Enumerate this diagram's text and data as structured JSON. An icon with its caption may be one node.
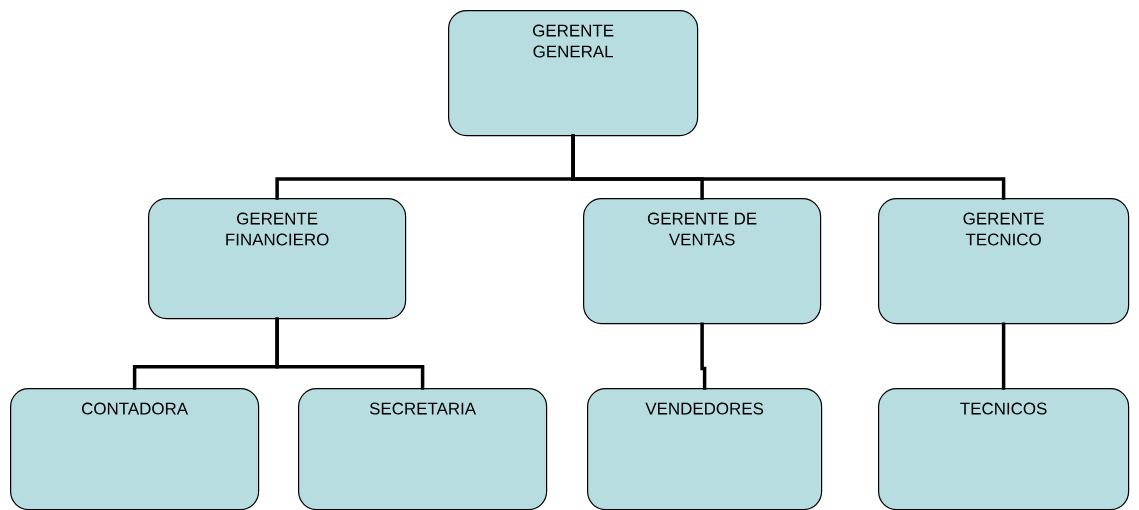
{
  "diagram": {
    "nodes": [
      {
        "text": [
          "GERENTE GENERAL"
        ]
      },
      {
        "text": [
          "GERENTE FINANCIERO"
        ]
      },
      {
        "text": [
          "GERENTE DE VENTAS"
        ]
      },
      {
        "text": [
          "GERENTE TECNICO"
        ]
      },
      {
        "text": [
          "CONTADORA"
        ]
      },
      {
        "text": [
          "SECRETARIA"
        ]
      },
      {
        "text": [
          "VENDEDORES"
        ]
      },
      {
        "text": [
          "TECNICOS"
        ]
      }
    ],
    "edges": [
      {
        "from": 0,
        "to": 1,
        "arrow": "none"
      },
      {
        "from": 0,
        "to": 2,
        "arrow": "none"
      },
      {
        "from": 0,
        "to": 3,
        "arrow": "none"
      },
      {
        "from": 1,
        "to": 4,
        "arrow": "none"
      },
      {
        "from": 1,
        "to": 5,
        "arrow": "none"
      },
      {
        "from": 2,
        "to": 6,
        "arrow": "none"
      },
      {
        "from": 3,
        "to": 7,
        "arrow": "none"
      }
    ]
  }
}
